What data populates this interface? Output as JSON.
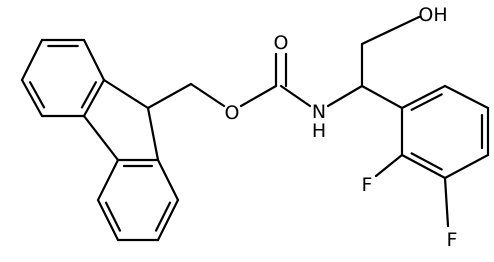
{
  "structure": {
    "atoms": {
      "carbonyl_o": "O",
      "ester_o": "O",
      "amide_n": "N",
      "amide_h": "H",
      "hydroxyl": "OH",
      "fluorine_2": "F",
      "fluorine_3": "F"
    }
  }
}
